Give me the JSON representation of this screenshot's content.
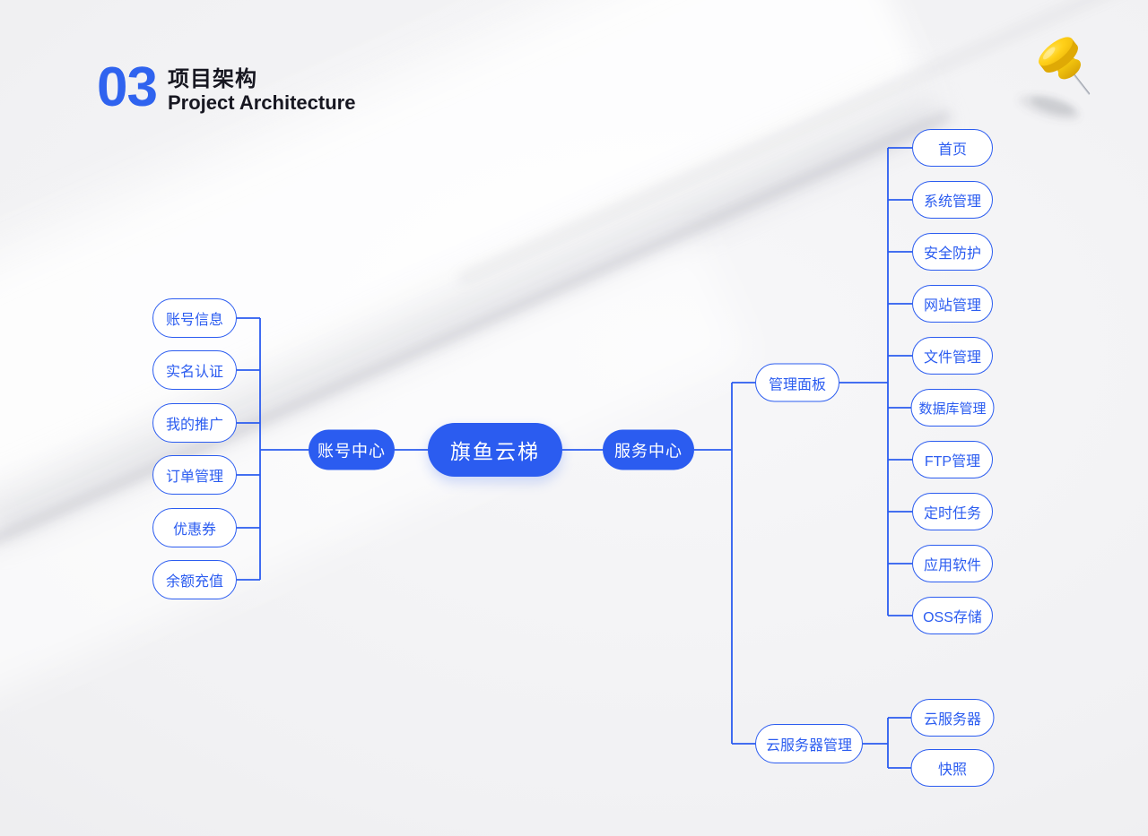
{
  "header": {
    "number": "03",
    "title_zh": "项目架构",
    "title_en": "Project Architecture"
  },
  "colors": {
    "accent_blue": "#2B5CF0",
    "number_blue": "#2F63EF",
    "title_dark": "#171721",
    "leaf_fill": "#FFFFFF",
    "background_gray": "#EFEFF1",
    "pushpin_yellow": "#F7C90F"
  },
  "decorations": {
    "pushpin_icon": "yellow-pushpin"
  },
  "mindmap": {
    "root": "旗鱼云梯",
    "left": {
      "hub": "账号中心",
      "leaves": [
        "账号信息",
        "实名认证",
        "我的推广",
        "订单管理",
        "优惠券",
        "余额充值"
      ]
    },
    "right": {
      "hub": "服务中心",
      "groups": [
        {
          "label": "管理面板",
          "leaves": [
            "首页",
            "系统管理",
            "安全防护",
            "网站管理",
            "文件管理",
            "数据库管理",
            "FTP管理",
            "定时任务",
            "应用软件",
            "OSS存储"
          ]
        },
        {
          "label": "云服务器管理",
          "leaves": [
            "云服务器",
            "快照"
          ]
        }
      ]
    }
  }
}
